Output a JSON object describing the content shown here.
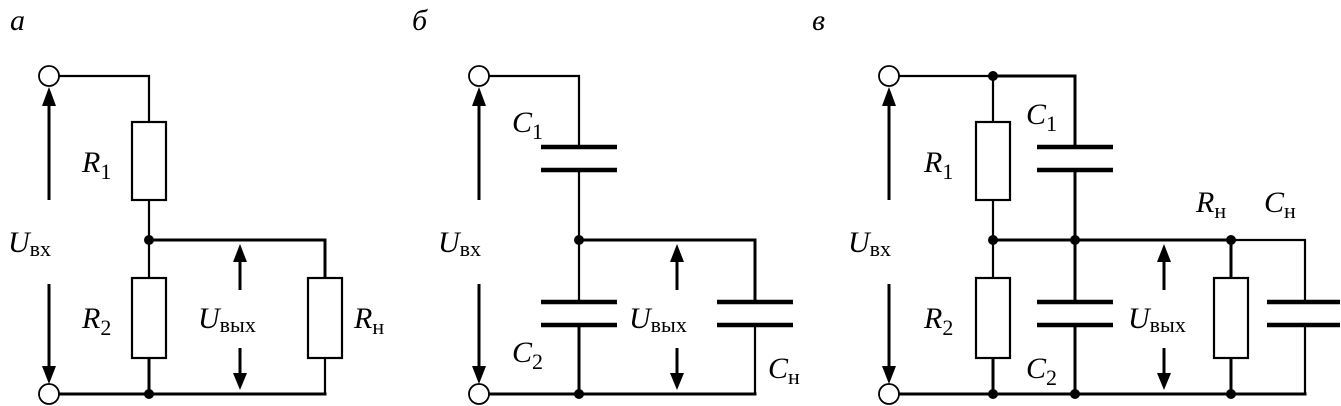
{
  "panels": [
    {
      "letter": "а",
      "u_in": {
        "main": "U",
        "sub": "вх"
      },
      "u_out": {
        "main": "U",
        "sub": "вых"
      },
      "r1": {
        "main": "R",
        "sub": "1"
      },
      "r2": {
        "main": "R",
        "sub": "2"
      },
      "rn": {
        "main": "R",
        "sub": "н"
      }
    },
    {
      "letter": "б",
      "u_in": {
        "main": "U",
        "sub": "вх"
      },
      "u_out": {
        "main": "U",
        "sub": "вых"
      },
      "c1": {
        "main": "C",
        "sub": "1"
      },
      "c2": {
        "main": "C",
        "sub": "2"
      },
      "cn": {
        "main": "C",
        "sub": "н"
      }
    },
    {
      "letter": "в",
      "u_in": {
        "main": "U",
        "sub": "вх"
      },
      "u_out": {
        "main": "U",
        "sub": "вых"
      },
      "r1": {
        "main": "R",
        "sub": "1"
      },
      "r2": {
        "main": "R",
        "sub": "2"
      },
      "c1": {
        "main": "C",
        "sub": "1"
      },
      "c2": {
        "main": "C",
        "sub": "2"
      },
      "rn": {
        "main": "R",
        "sub": "н"
      },
      "cn": {
        "main": "C",
        "sub": "н"
      }
    }
  ]
}
